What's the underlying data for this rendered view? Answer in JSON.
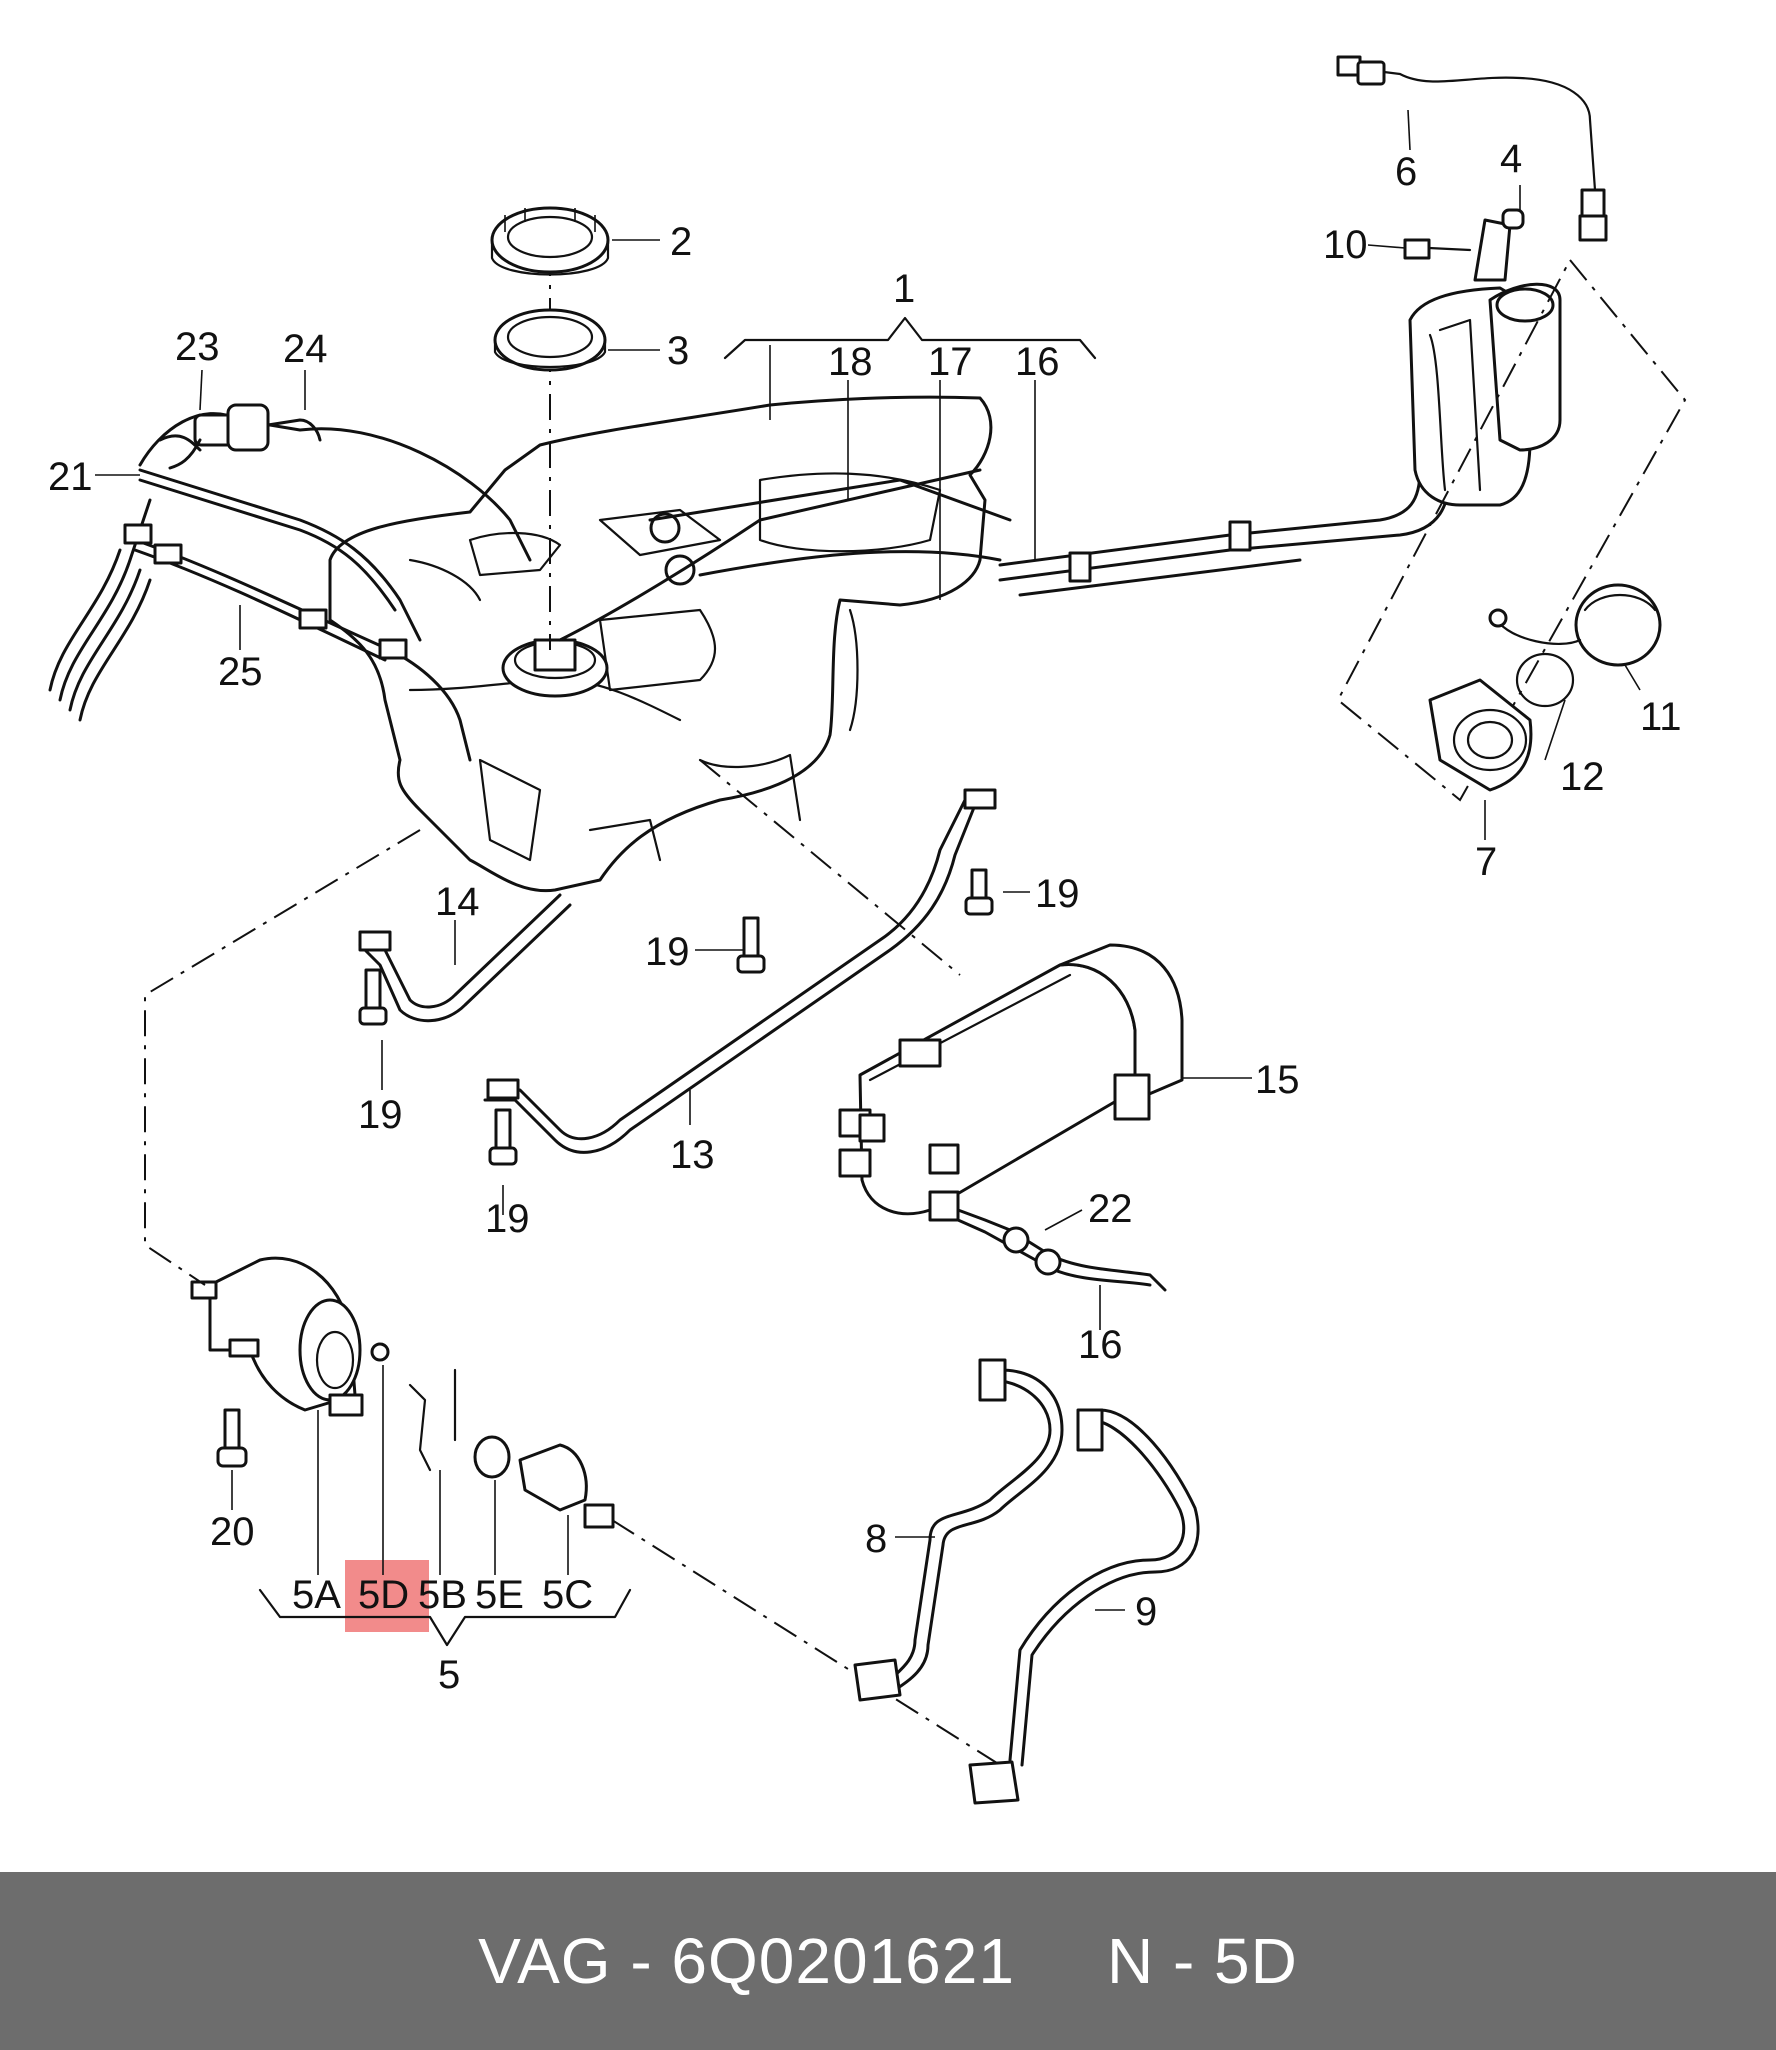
{
  "callouts": {
    "c1": "1",
    "c2": "2",
    "c3": "3",
    "c4": "4",
    "c5": "5",
    "c6": "6",
    "c7": "7",
    "c8": "8",
    "c9": "9",
    "c10": "10",
    "c11": "11",
    "c12": "12",
    "c13": "13",
    "c14": "14",
    "c15": "15",
    "c16a": "16",
    "c16b": "16",
    "c17": "17",
    "c18": "18",
    "c19a": "19",
    "c19b": "19",
    "c19c": "19",
    "c19d": "19",
    "c20": "20",
    "c21": "21",
    "c22": "22",
    "c23": "23",
    "c24": "24",
    "c25": "25",
    "c5A": "5A",
    "c5D": "5D",
    "c5B": "5B",
    "c5E": "5E",
    "c5C": "5C"
  },
  "highlight": {
    "part": "5D",
    "color": "#f28b8b"
  },
  "footer": {
    "brand_part": "VAG - 6Q0201621",
    "position": "N - 5D",
    "background": "#6d6d6d"
  }
}
